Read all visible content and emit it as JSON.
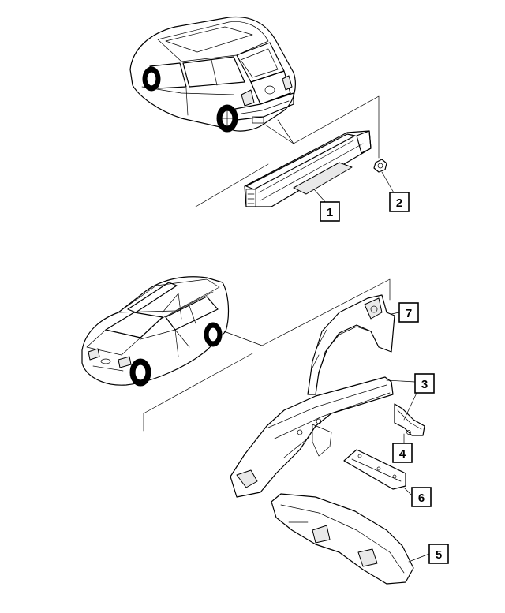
{
  "callouts": [
    {
      "id": "callout-1",
      "label": "1"
    },
    {
      "id": "callout-2",
      "label": "2"
    },
    {
      "id": "callout-3",
      "label": "3"
    },
    {
      "id": "callout-4",
      "label": "4"
    },
    {
      "id": "callout-5",
      "label": "5"
    },
    {
      "id": "callout-6",
      "label": "6"
    },
    {
      "id": "callout-7",
      "label": "7"
    }
  ],
  "colors": {
    "line": "#000000",
    "background": "#ffffff"
  }
}
